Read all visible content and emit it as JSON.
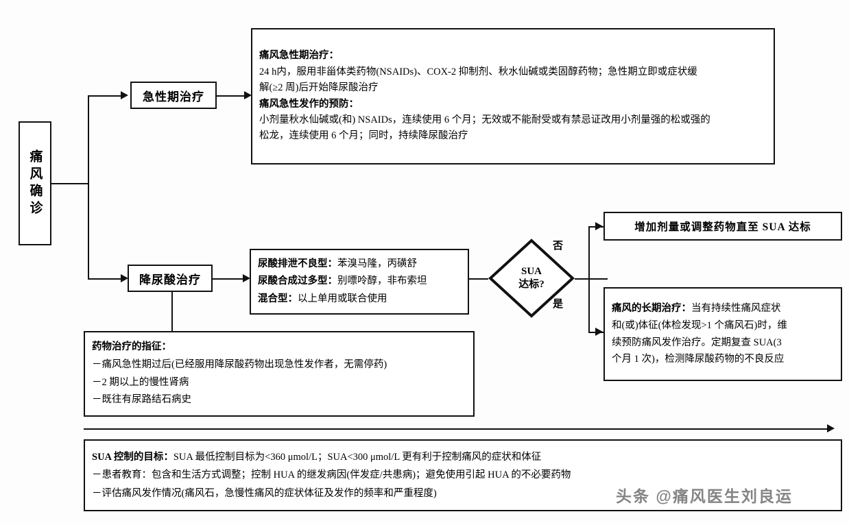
{
  "meta": {
    "title": "痛风诊治流程图",
    "watermark": "头条 @痛风医生刘良运",
    "accent": "#111111",
    "background": "#fdfdfd"
  },
  "nodes": {
    "diagnosis": {
      "label": "痛风确诊"
    },
    "acute_phase": {
      "label": "急性期治疗"
    },
    "urate_lowering": {
      "label": "降尿酸治疗"
    },
    "decision": {
      "line1": "SUA",
      "line2": "达标?"
    }
  },
  "branch_labels": {
    "no": "否",
    "yes": "是"
  },
  "acute_box": {
    "heading1": "痛风急性期治疗：",
    "line1": "24 h内，服用非甾体类药物(NSAIDs)、COX-2 抑制剂、秋水仙碱或类固醇药物；急性期立即或症状缓",
    "line2": "解(≥2 周)后开始降尿酸治疗",
    "heading2": "痛风急性发作的预防：",
    "line3": "小剂量秋水仙碱或(和) NSAIDs，连续使用 6 个月；无效或不能耐受或有禁忌证改用小剂量强的松或强的",
    "line4": "松龙，连续使用 6 个月；同时，持续降尿酸治疗"
  },
  "drug_types_box": {
    "row1_label": "尿酸排泄不良型：",
    "row1_value": "苯溴马隆，丙磺舒",
    "row2_label": "尿酸合成过多型：",
    "row2_value": "别嘌呤醇，非布索坦",
    "row3_label": "混合型：",
    "row3_value": "以上单用或联合使用"
  },
  "indication_box": {
    "heading": "药物治疗的指征：",
    "items": [
      "－痛风急性期过后(已经服用降尿酸药物出现急性发作者，无需停药)",
      "－2 期以上的慢性肾病",
      "－既往有尿路结石病史"
    ]
  },
  "increase_dose_box": {
    "text": "增加剂量或调整药物直至 SUA 达标"
  },
  "long_term_box": {
    "heading": "痛风的长期治疗：",
    "line1": "当有持续性痛风症状",
    "line2": "和(或)体征(体检发现>1 个痛风石)时，维",
    "line3": "续预防痛风发作治疗。定期复查 SUA(3",
    "line4": "个月 1 次)，检测降尿酸药物的不良反应"
  },
  "goal_box": {
    "heading": "SUA 控制的目标：",
    "line1": "SUA 最低控制目标为<360 μmol/L；SUA<300 μmol/L 更有利于控制痛风的症状和体征",
    "line2": "－患者教育：包含和生活方式调整；控制 HUA 的继发病因(伴发症/共患病)；避免使用引起 HUA 的不必要药物",
    "line3": "－评估痛风发作情况(痛风石，急慢性痛风的症状体征及发作的频率和严重程度)"
  }
}
